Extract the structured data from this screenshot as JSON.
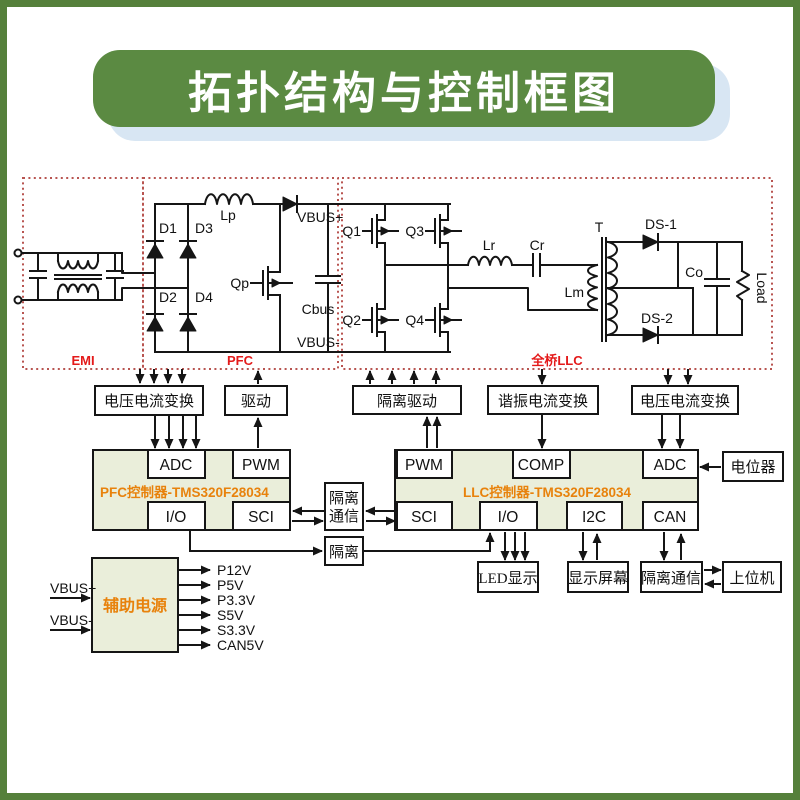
{
  "title": {
    "text": "拓扑结构与控制框图"
  },
  "sections": {
    "emi": "EMI",
    "pfc": "PFC",
    "llc": "全桥LLC"
  },
  "pfc_circuit": {
    "d1": "D1",
    "d2": "D2",
    "d3": "D3",
    "d4": "D4",
    "lp": "Lp",
    "qp": "Qp",
    "cbus": "Cbus",
    "vbus_plus": "VBUS+",
    "vbus_minus": "VBUS-"
  },
  "llc_circuit": {
    "q1": "Q1",
    "q2": "Q2",
    "q3": "Q3",
    "q4": "Q4",
    "lr": "Lr",
    "cr": "Cr",
    "lm": "Lm",
    "transformer": "T",
    "ds1": "DS-1",
    "ds2": "DS-2",
    "co": "Co",
    "load": "Load"
  },
  "control": {
    "pfc_sense": "电压电流变换",
    "pfc_drive": "驱动",
    "llc_drive": "隔离驱动",
    "llc_res_sense": "谐振电流变换",
    "llc_sense": "电压电流变换",
    "pfc_controller": "PFC控制器-TMS320F28034",
    "llc_controller": "LLC控制器-TMS320F28034",
    "pfc_adc": "ADC",
    "pfc_pwm": "PWM",
    "pfc_io": "I/O",
    "pfc_sci": "SCI",
    "llc_pwm": "PWM",
    "llc_comp": "COMP",
    "llc_adc": "ADC",
    "llc_sci": "SCI",
    "llc_io": "I/O",
    "llc_i2c": "I2C",
    "llc_can": "CAN",
    "iso_comm_l1": "隔离",
    "iso_comm_l2": "通信",
    "iso": "隔离",
    "potentiometer": "电位器",
    "led_display": "LED显示",
    "screen": "显示屏幕",
    "iso_comm2": "隔离通信",
    "host": "上位机"
  },
  "aux": {
    "label": "辅助电源",
    "in1": "VBUS+",
    "in2": "VBUS-",
    "outputs": [
      "P12V",
      "P5V",
      "P3.3V",
      "S5V",
      "S3.3V",
      "CAN5V"
    ]
  },
  "colors": {
    "frame_green": "#55803b",
    "banner_green": "#5b8a42",
    "banner_shadow_blue": "#d8e6f3",
    "controller_fill": "#eaeeda",
    "dotted_red": "#b85450",
    "label_red": "#e41a1a",
    "label_orange": "#e8820c",
    "wire_black": "#151515"
  }
}
